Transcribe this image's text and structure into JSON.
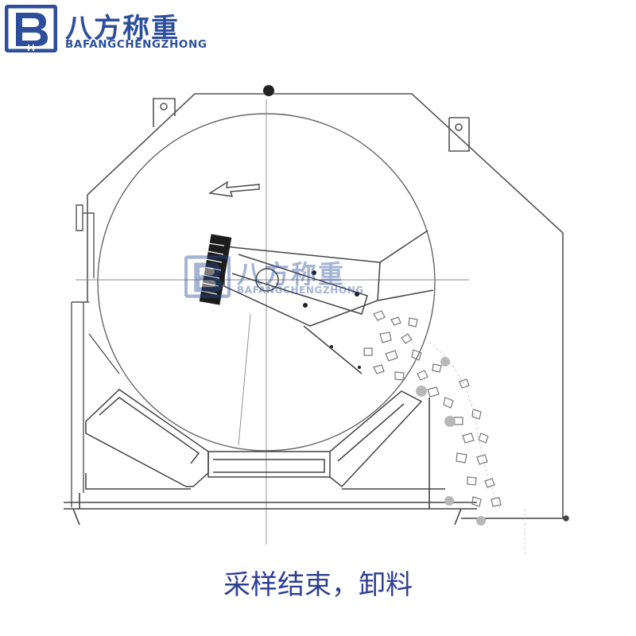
{
  "brand": {
    "name_cn": "八方称重",
    "name_en": "BAFANGCHENGZHONG",
    "color": "#2d4f9b"
  },
  "watermark": {
    "name_cn": "八方称重",
    "name_en": "BAFANGCHENGZHONG"
  },
  "caption": "采样结束，卸料",
  "colors": {
    "line": "#555555",
    "caption": "#2d3f93"
  }
}
